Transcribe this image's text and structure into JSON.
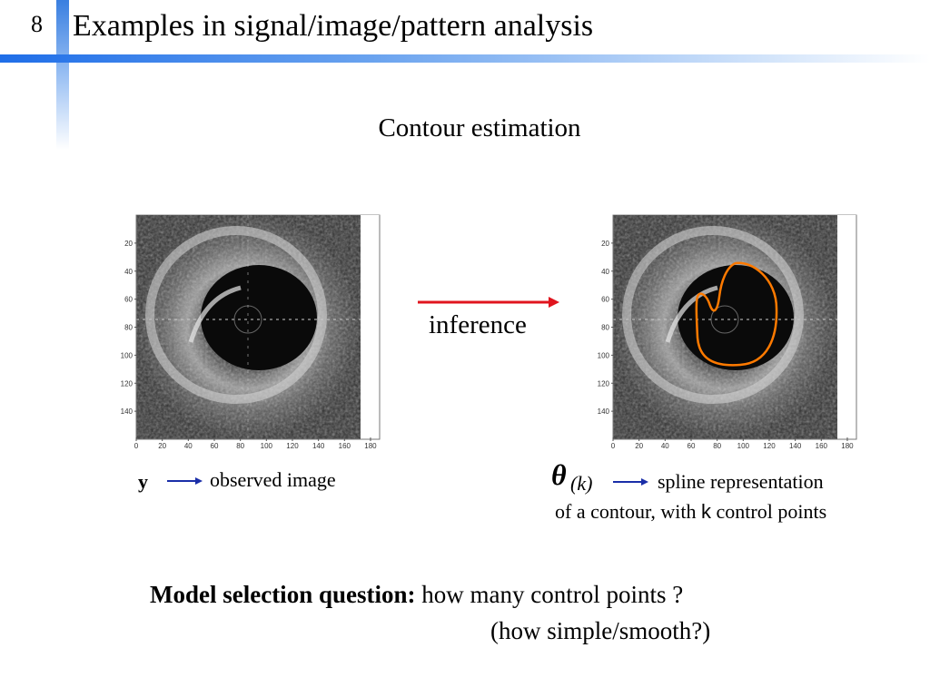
{
  "slide": {
    "number": "8",
    "title": "Examples in signal/image/pattern analysis",
    "subtitle": "Contour estimation",
    "inference_label": "inference"
  },
  "figures": {
    "y_ticks": [
      "20",
      "40",
      "60",
      "80",
      "100",
      "120",
      "140"
    ],
    "x_ticks": [
      "0",
      "20",
      "40",
      "60",
      "80",
      "100",
      "120",
      "140",
      "160",
      "180"
    ]
  },
  "captions": {
    "left_symbol": "y",
    "left_text": "observed image",
    "right_symbol": "θ",
    "right_subscript": "(k)",
    "right_text_line1": "spline representation",
    "right_text_line2_pre": "of a contour, with ",
    "right_text_line2_k": "k",
    "right_text_line2_post": " control points"
  },
  "question": {
    "bold": "Model selection question:",
    "text": " how many control points ?",
    "line2": "(how simple/smooth?)"
  },
  "colors": {
    "accent_blue": "#1f6ee8",
    "inference_arrow": "#e0141e",
    "caption_arrow": "#1a2ea8",
    "contour": "#ff7a00"
  }
}
